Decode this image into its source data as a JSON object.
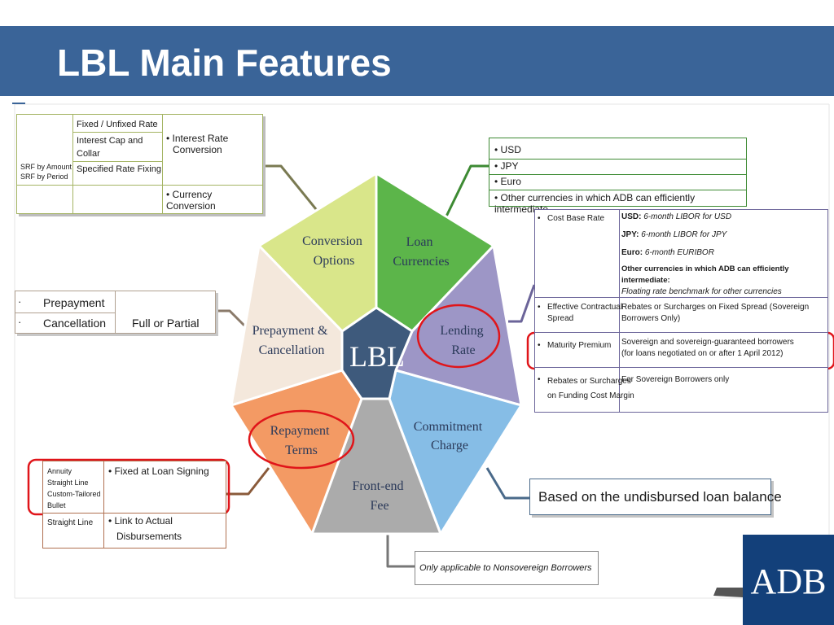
{
  "slide": {
    "title": "LBL Main Features",
    "colors": {
      "header": "#3a6498",
      "logo_bg": "#13407a",
      "highlight": "#e0151a"
    }
  },
  "diagram": {
    "center": "LBL",
    "segments": {
      "conversion": [
        "Conversion",
        "Options"
      ],
      "currencies": [
        "Loan",
        "Currencies"
      ],
      "lending": [
        "Lending",
        "Rate"
      ],
      "commitment": [
        "Commitment",
        "Charge"
      ],
      "frontend": [
        "Front-end",
        "Fee"
      ],
      "repayment": [
        "Repayment",
        "Terms"
      ],
      "prepayment": [
        "Prepayment &",
        "Cancellation"
      ]
    },
    "colors": {
      "conversion": "#d9e68a",
      "currencies": "#5cb54a",
      "lending": "#9d96c6",
      "commitment": "#86bde6",
      "frontend": "#ababab",
      "repayment": "#f39a64",
      "prepayment": "#f4e8dc",
      "center": "#3e5a7c"
    }
  },
  "conversion_box": {
    "srf_amount": "SRF by Amount",
    "srf_period": "SRF by Period",
    "fixed_unfixed": "Fixed / Unfixed Rate",
    "interest_cap": [
      "Interest Cap and",
      "Collar"
    ],
    "specified_fixing": "Specified Rate Fixing",
    "interest_conversion": [
      "• Interest Rate",
      "Conversion"
    ],
    "currency_conversion": "• Currency Conversion"
  },
  "currencies_box": {
    "items": [
      "• USD",
      "• JPY",
      "• Euro",
      "• Other currencies in which ADB can efficiently intermediate"
    ]
  },
  "lending_box": {
    "cost_base_label": "Cost Base Rate",
    "usd_label": "USD:",
    "usd_value": "6-month LIBOR for USD",
    "jpy_label": "JPY:",
    "jpy_value": "6-month LIBOR for JPY",
    "euro_label": "Euro:",
    "euro_value": "6-month EURIBOR",
    "other_label": "Other currencies in which ADB can efficiently intermediate:",
    "other_value": "Floating rate benchmark for other currencies",
    "effective_label": [
      "Effective Contractual",
      "Spread"
    ],
    "effective_value": "Rebates or Surcharges on Fixed Spread (Sovereign Borrowers Only)",
    "maturity_label": "Maturity Premium",
    "maturity_value": [
      "Sovereign and sovereign-guaranteed borrowers",
      "(for loans negotiated on or after 1 April 2012)"
    ],
    "rebates_label": [
      "Rebates or Surcharges",
      "on Funding Cost Margin"
    ],
    "rebates_value": "For Sovereign Borrowers only"
  },
  "prepayment_box": {
    "prepayment": "Prepayment",
    "cancellation": "Cancellation",
    "full_partial": "Full or Partial"
  },
  "repayment_box": {
    "methods": [
      "Annuity",
      "Straight Line",
      "Custom-Tailored",
      "Bullet"
    ],
    "fixed": "• Fixed at Loan Signing",
    "straight_line": "Straight Line",
    "link": [
      "• Link to Actual",
      "Disbursements"
    ]
  },
  "commitment_box": {
    "text": "Based on the undisbursed loan balance"
  },
  "frontend_box": {
    "text": "Only applicable to Nonsovereign Borrowers"
  },
  "logo": {
    "text": "ADB"
  }
}
